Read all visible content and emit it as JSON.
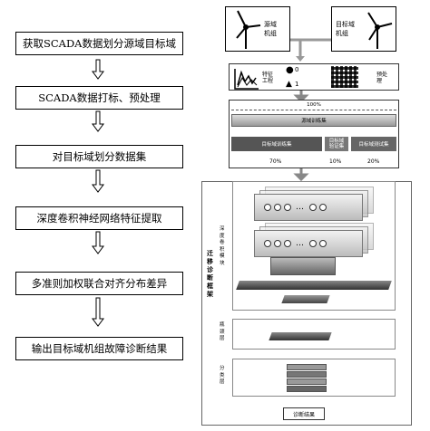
{
  "left_steps": [
    "获取SCADA数据划分源域目标域",
    "SCADA数据打标、预处理",
    "对目标域划分数据集",
    "深度卷积神经网络特征提取",
    "多准则加权联合对齐分布差异",
    "输出目标域机组故障诊断结果"
  ],
  "source_unit": "源域\n机组",
  "target_unit": "目标域\n机组",
  "feature_eng": "特征\n工程",
  "preprocess": "预处\n理",
  "percent_total": "100%",
  "source_train": "源域训练集",
  "target_train": "目标域训练集",
  "target_valid": "目标域\n验证集",
  "target_test": "目标域测试集",
  "p70": "70%",
  "p10": "10%",
  "p20": "20%",
  "conv_module": "深\n度\n卷\n积\n模\n块",
  "transfer_frame": "迁\n移\n诊\n断\n框\n架",
  "bottleneck": "瓶\n颈\n层",
  "classify": "分\n类\n层",
  "result": "诊断结果",
  "dots": "…"
}
